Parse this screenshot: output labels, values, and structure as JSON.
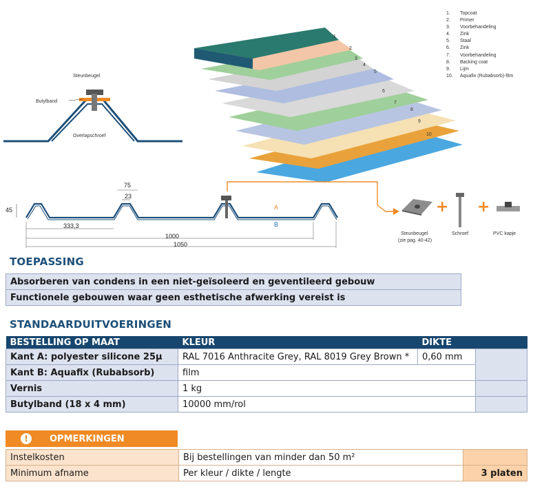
{
  "diagram": {
    "bracket_label": "Steunbeugel",
    "butyl_label": "Butylband",
    "screw_label": "Overlapschroef",
    "layers": [
      {
        "n": "1.",
        "name": "Topcoat"
      },
      {
        "n": "2.",
        "name": "Primer"
      },
      {
        "n": "3.",
        "name": "Voorbehandeling"
      },
      {
        "n": "4.",
        "name": "Zink"
      },
      {
        "n": "5.",
        "name": "Staal"
      },
      {
        "n": "6.",
        "name": "Zink"
      },
      {
        "n": "7.",
        "name": "Voorbehandeling"
      },
      {
        "n": "8.",
        "name": "Backing coat"
      },
      {
        "n": "9.",
        "name": "Lijm"
      },
      {
        "n": "10.",
        "name": "Aquafix (Rubabsorb)-film"
      }
    ],
    "layer_numbers": [
      "1",
      "2",
      "3",
      "4",
      "5",
      "6",
      "7",
      "8",
      "9",
      "10"
    ],
    "dims": {
      "d45": "45",
      "d75": "75",
      "d23": "23",
      "d333": "333,3",
      "d1000": "1000",
      "d1050": "1050",
      "side_a": "A",
      "side_b": "B"
    },
    "accessories": {
      "bracket": "Steunbeugel",
      "bracket_note": "(zie pag. 40-42)",
      "screw": "Schroef",
      "cap": "PVC kapje",
      "plus": "+"
    }
  },
  "toepassing": {
    "title": "TOEPASSING",
    "rows": [
      "Absorberen van condens in een niet-geïsoleerd en geventileerd gebouw",
      "Functionele gebouwen waar geen esthetische afwerking vereist is"
    ]
  },
  "standaard": {
    "title": "STANDAARDUITVOERINGEN",
    "headers": [
      "BESTELLING OP MAAT",
      "KLEUR",
      "DIKTE"
    ],
    "rows": [
      {
        "label": "Kant A: polyester silicone 25µ",
        "value": "RAL 7016 Anthracite Grey, RAL 8019 Grey Brown *",
        "dikte": "0,60 mm"
      },
      {
        "label": "Kant B: Aquafix (Rubabsorb)",
        "value": "film"
      },
      {
        "label": "Vernis",
        "value": "1 kg"
      },
      {
        "label": "Butylband (18 x 4 mm)",
        "value": "10000 mm/rol"
      }
    ]
  },
  "opmerkingen": {
    "title": "OPMERKINGEN",
    "icon": "!",
    "rows": [
      {
        "label": "Instelkosten",
        "value": "Bij bestellingen van minder dan 50 m²",
        "extra": ""
      },
      {
        "label": "Minimum afname",
        "value": "Per kleur / dikte / lengte",
        "extra": "3 platen"
      }
    ]
  }
}
